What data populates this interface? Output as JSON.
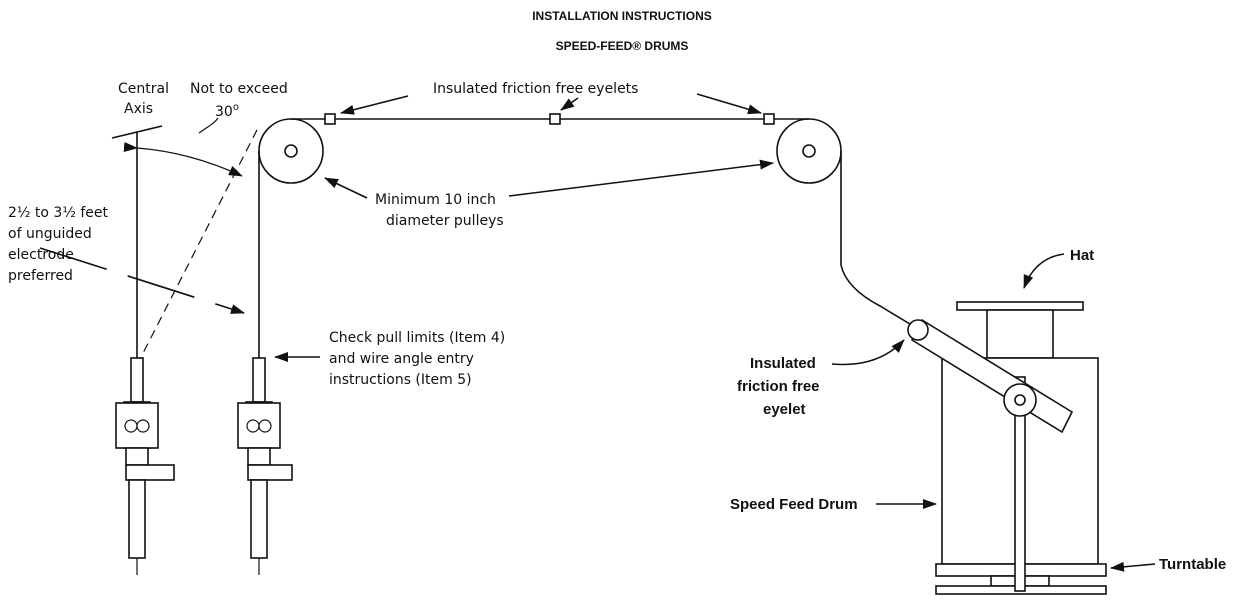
{
  "header": {
    "title": "INSTALLATION INSTRUCTIONS",
    "subtitle": "SPEED-FEED® DRUMS"
  },
  "labels": {
    "central_axis_1": "Central",
    "central_axis_2": "Axis",
    "angle_1": "Not to exceed",
    "angle_2": "30",
    "angle_degree": "o",
    "eyelets_top": "Insulated friction free eyelets",
    "pulleys_1": "Minimum 10 inch",
    "pulleys_2": "diameter pulleys",
    "unguided_1": "2½ to 3½ feet",
    "unguided_2": "of unguided",
    "unguided_3": "electrode",
    "unguided_4": "preferred",
    "check_1": "Check pull limits (Item 4)",
    "check_2": "and wire angle entry",
    "check_3": "instructions (Item 5)",
    "hat": "Hat",
    "eyelet_1": "Insulated",
    "eyelet_2": "friction free",
    "eyelet_3": "eyelet",
    "drum": "Speed Feed Drum",
    "turntable": "Turntable"
  }
}
